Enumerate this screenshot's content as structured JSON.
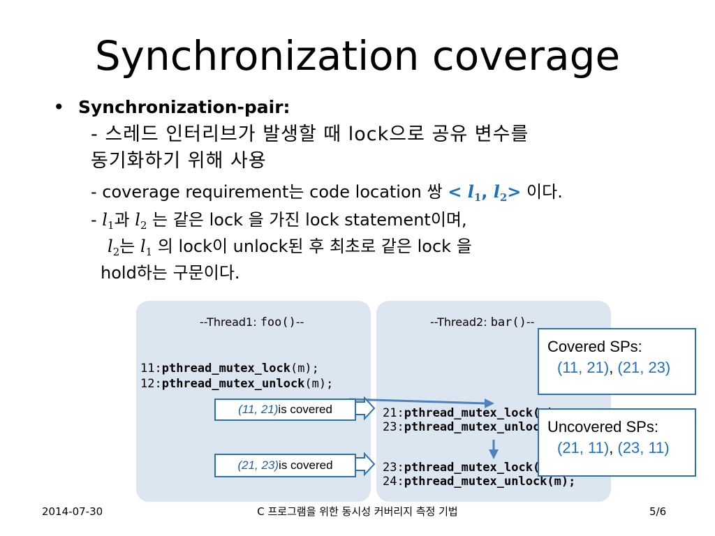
{
  "slide": {
    "title": "Synchronization coverage",
    "bullet_symbol": "•",
    "bullet_heading": "Synchronization-pair:",
    "line1": "-  스레드  인터리브가  발생할  때  lock으로  공유  변수를",
    "line2": "동기화하기 위해 사용",
    "line3_pre": "- coverage requirement는 code location 쌍 ",
    "line3_pair_open": "< ",
    "line3_l1": "l",
    "line3_l1_sub": "1",
    "line3_comma": ", ",
    "line3_l2": "l",
    "line3_l2_sub": "2",
    "line3_pair_close": ">",
    "line3_post": " 이다.",
    "line4_dash": "- ",
    "line4_a": "l",
    "line4_a_sub": "1",
    "line4_b": "과 ",
    "line4_c": "l",
    "line4_c_sub": "2",
    "line4_d": " 는 같은 lock 을 가진 lock statement이며,",
    "line5_a": "l",
    "line5_a_sub": "2",
    "line5_b": "는 ",
    "line5_c": "l",
    "line5_c_sub": "1",
    "line5_d": " 의 lock이 unlock된 후 최초로 같은 lock 을",
    "line6": "hold하는 구문이다."
  },
  "thread1": {
    "header_pre": "--Thread1: ",
    "header_code": "foo()",
    "header_post": "--",
    "lines": [
      {
        "num": "11:",
        "code": "pthread_mutex_lock",
        "arg": "(m);"
      },
      {
        "num": "12:",
        "code": "pthread_mutex_unlock",
        "arg": "(m);"
      }
    ]
  },
  "thread2": {
    "header_pre": "--Thread2: ",
    "header_code": "bar()",
    "header_post": "--",
    "lines": [
      {
        "num": "21:",
        "code": "pthread_mutex_lock(m);"
      },
      {
        "num": "23:",
        "code": "pthread_mutex_unlock(m);"
      },
      {
        "num": "23:",
        "code": "pthread_mutex_lock(m);"
      },
      {
        "num": "24:",
        "code": "pthread_mutex_unlock(m);"
      }
    ]
  },
  "callouts": {
    "first_pair": "(11, 21)",
    "first_text": " is covered",
    "second_pair": "(21, 23)",
    "second_text": " is covered"
  },
  "covered_box": {
    "title": "Covered SPs:",
    "pair1": "(11, 21)",
    "sep": ", ",
    "pair2": "(21, 23)"
  },
  "uncovered_box": {
    "title": "Uncovered SPs:",
    "pair1": "(21, 11)",
    "sep": ", ",
    "pair2": "(23, 11)"
  },
  "footer": {
    "date": "2014-07-30",
    "center": "C 프로그램을 위한 동시성 커버리지 측정 기법",
    "page": "5/6"
  },
  "colors": {
    "accent_blue": "#1f6fc0",
    "panel_bg": "#dce6f0",
    "arrow_blue": "#4f81bd",
    "border_blue": "#2f6fb0"
  }
}
